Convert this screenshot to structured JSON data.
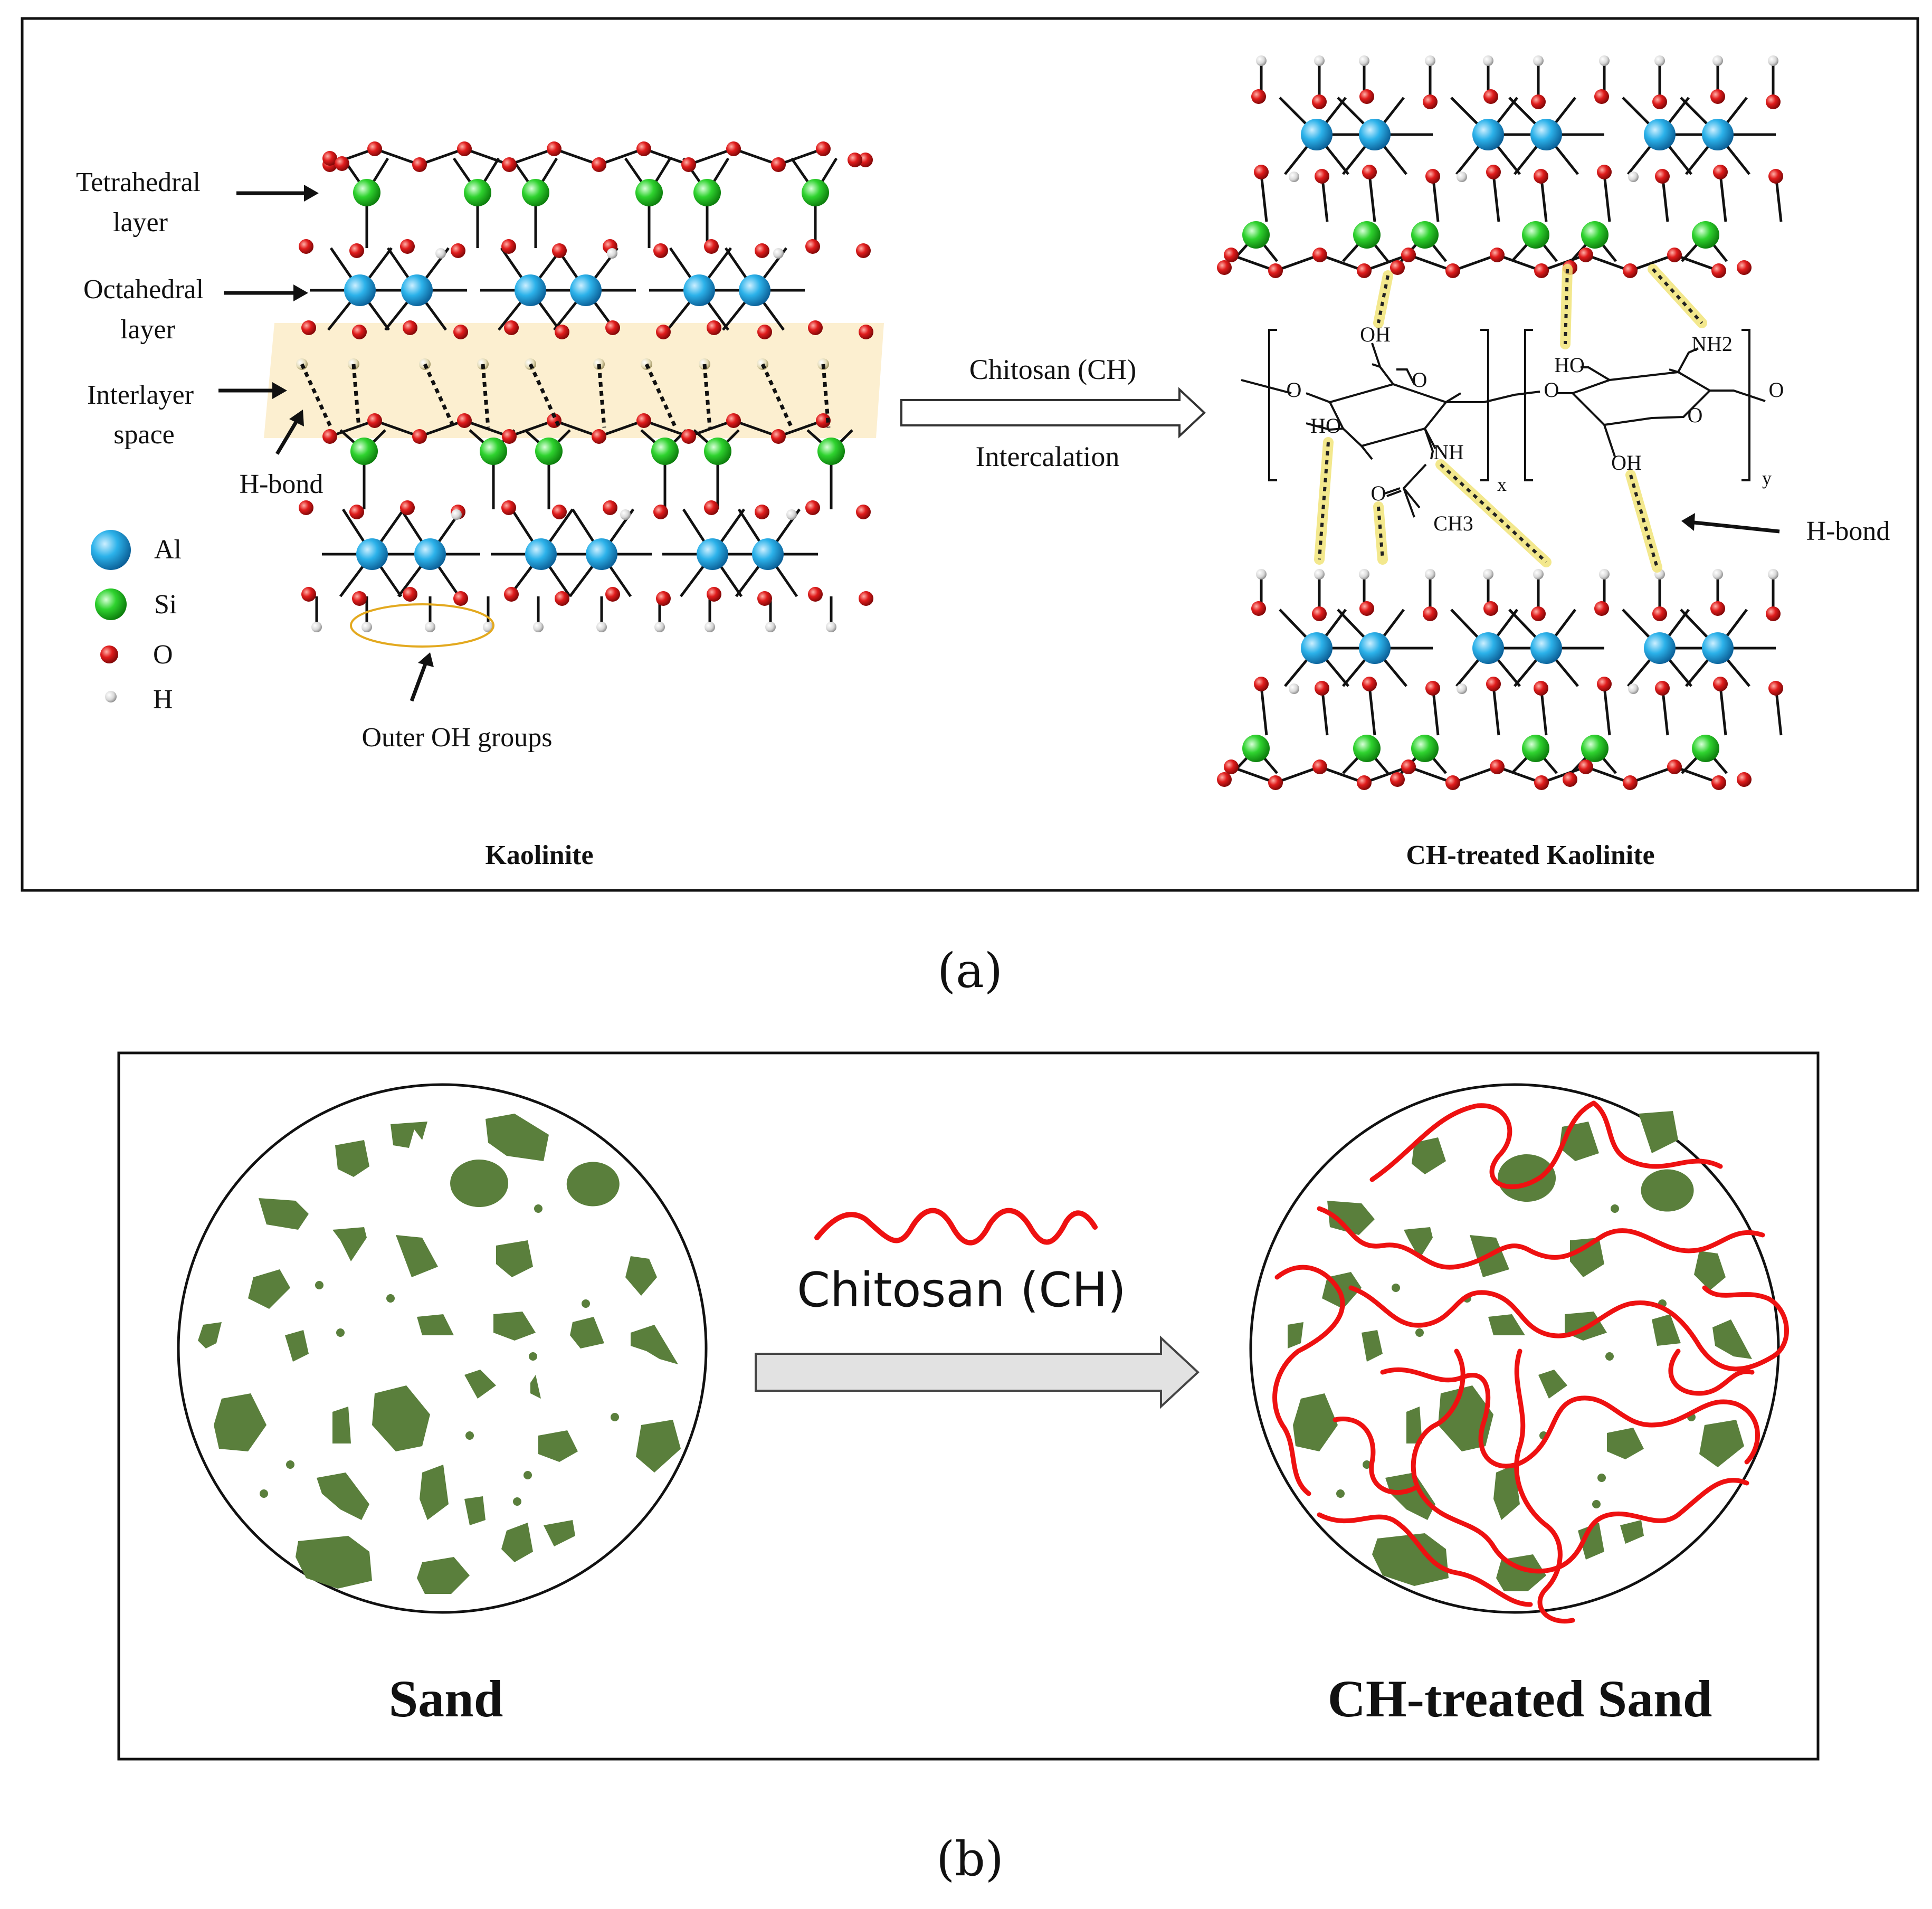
{
  "panel_a": {
    "labels": {
      "tetrahedral_1": "Tetrahedral",
      "tetrahedral_2": "layer",
      "octahedral_1": "Octahedral",
      "octahedral_2": "layer",
      "interlayer_1": "Interlayer",
      "interlayer_2": "space",
      "hbond_left": "H-bond",
      "outer_oh": "Outer OH groups",
      "arrow_top": "Chitosan (CH)",
      "arrow_bottom": "Intercalation",
      "hbond_right": "H-bond",
      "title_left": "Kaolinite",
      "title_right": "CH-treated Kaolinite"
    },
    "legend": [
      {
        "label": "Al",
        "color": "#1fa6e0"
      },
      {
        "label": "Si",
        "color": "#2ecf2e"
      },
      {
        "label": "O",
        "color": "#dd1a1a"
      },
      {
        "label": "H",
        "color": "#d8d8d8"
      }
    ],
    "chitosan": {
      "oh_top": "OH",
      "o_ring1": "O",
      "o_link_left": "O",
      "ho_left": "HO",
      "nh": "NH",
      "o_carbonyl": "O",
      "ch3": "CH3",
      "sub_x": "x",
      "o_link_mid": "O",
      "ho_right": "HO",
      "nh2": "NH2",
      "o_ring2": "O",
      "o_link_right": "O",
      "oh_bottom": "OH",
      "sub_y": "y"
    },
    "caption": "(a)"
  },
  "panel_b": {
    "label_arrow": "Chitosan (CH)",
    "title_left": "Sand",
    "title_right": "CH-treated Sand",
    "colors": {
      "grain": "#5a7f3c",
      "chitosan": "#ee1111"
    },
    "caption": "(b)"
  }
}
